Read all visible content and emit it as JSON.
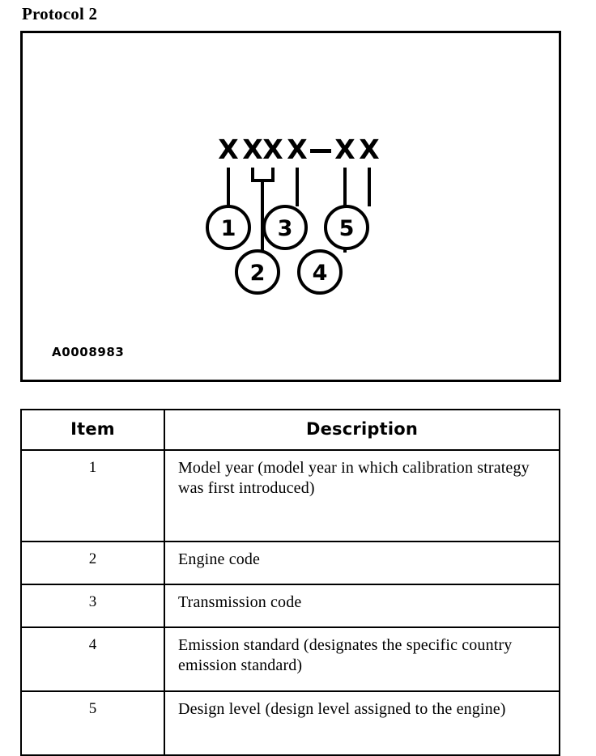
{
  "page": {
    "title": "Protocol 2",
    "background_color": "#ffffff",
    "line_color": "#000000"
  },
  "figure": {
    "code_label": "A0008983",
    "calibration_string": "X XX X — X X",
    "characters": [
      "X",
      "X",
      "X",
      "X",
      "X",
      "X"
    ],
    "separator": "—",
    "callouts": [
      {
        "number": "1",
        "row": "upper",
        "maps_to_chars": [
          1
        ]
      },
      {
        "number": "2",
        "row": "lower",
        "maps_to_chars": [
          2,
          3
        ]
      },
      {
        "number": "3",
        "row": "upper",
        "maps_to_chars": [
          4
        ]
      },
      {
        "number": "4",
        "row": "lower",
        "maps_to_chars": [
          5
        ]
      },
      {
        "number": "5",
        "row": "upper",
        "maps_to_chars": [
          6
        ]
      }
    ]
  },
  "table": {
    "headers": [
      "Item",
      "Description"
    ],
    "rows": [
      {
        "item": "1",
        "description": "Model year (model year in which calibration strategy was first introduced)"
      },
      {
        "item": "2",
        "description": "Engine code"
      },
      {
        "item": "3",
        "description": "Transmission code"
      },
      {
        "item": "4",
        "description": "Emission standard (designates the specific country emission standard)"
      },
      {
        "item": "5",
        "description": "Design level (design level assigned to the engine)"
      }
    ]
  }
}
